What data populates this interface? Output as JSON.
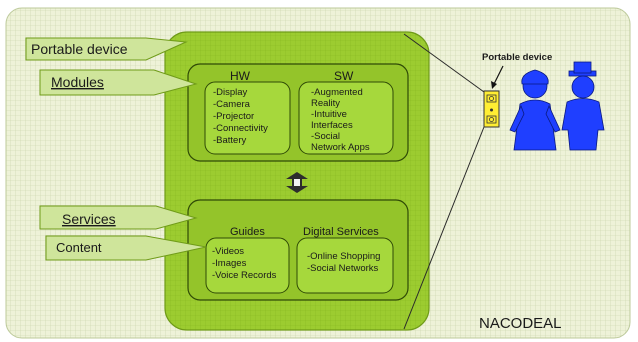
{
  "labels": {
    "portable_device": "Portable device",
    "modules": "Modules",
    "services": "Services",
    "content": "Content",
    "nacodeal": "NACODEAL",
    "portable_device_side": "Portable device"
  },
  "modules": {
    "hw": {
      "title": "HW",
      "items": [
        "-Display",
        "-Camera",
        "-Projector",
        "-Connectivity",
        "-Battery"
      ]
    },
    "sw": {
      "title": "SW",
      "items": [
        "-Augmented",
        "Reality",
        "-Intuitive",
        "Interfaces",
        "-Social",
        "Network Apps"
      ]
    }
  },
  "services": {
    "guides": {
      "title": "Guides",
      "items": [
        "-Videos",
        "-Images",
        "-Voice Records"
      ]
    },
    "digital": {
      "title": "Digital Services",
      "items": [
        "-Online Shopping",
        "-Social Networks"
      ]
    }
  },
  "colors": {
    "panel": "#eaf0cf",
    "outer_green": "#99cc2e",
    "mid_green": "#8cbf2a",
    "inner_green": "#a4d438",
    "callout": "#cfe59b",
    "device_yellow": "#ffee33",
    "people_blue": "#1f3fff"
  },
  "icons": [
    "double-arrow-icon",
    "phone-icon",
    "woman-icon",
    "man-icon",
    "pointer-arrow-icon"
  ]
}
